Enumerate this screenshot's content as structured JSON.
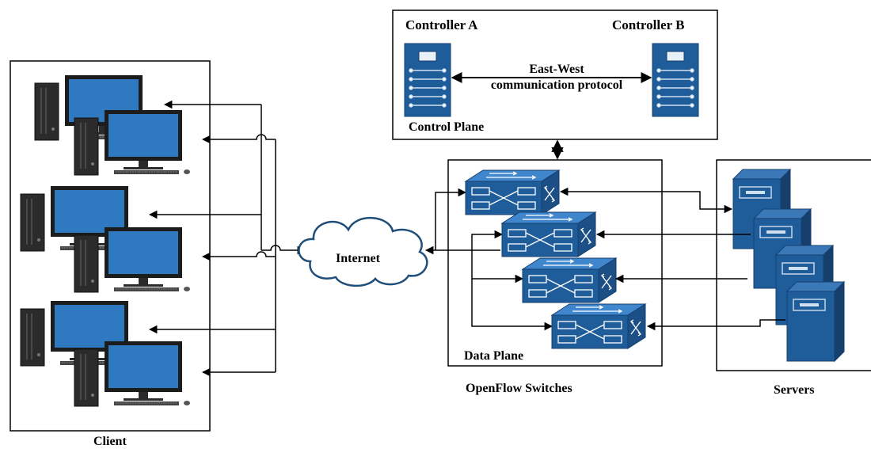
{
  "control_plane": {
    "controller_a": "Controller A",
    "controller_b": "Controller B",
    "east_west_line1": "East-West",
    "east_west_line2": "communication protocol",
    "label": "Control Plane"
  },
  "data_plane": {
    "label": "Data Plane"
  },
  "internet": {
    "label": "Internet"
  },
  "captions": {
    "client": "Client",
    "openflow": "OpenFlow Switches",
    "servers": "Servers"
  },
  "colors": {
    "device_blue": "#1f5c9a",
    "device_dark": "#163f6e",
    "screen_blue": "#2e79c0",
    "cloud_outline": "#1f4e79",
    "pc_dark": "#2b2b2b"
  },
  "icons": {
    "controller": "controller-server-icon",
    "switch": "openflow-switch-icon",
    "cloud": "internet-cloud-icon",
    "server": "server-cabinet-icon",
    "pc": "desktop-computer-icon"
  }
}
